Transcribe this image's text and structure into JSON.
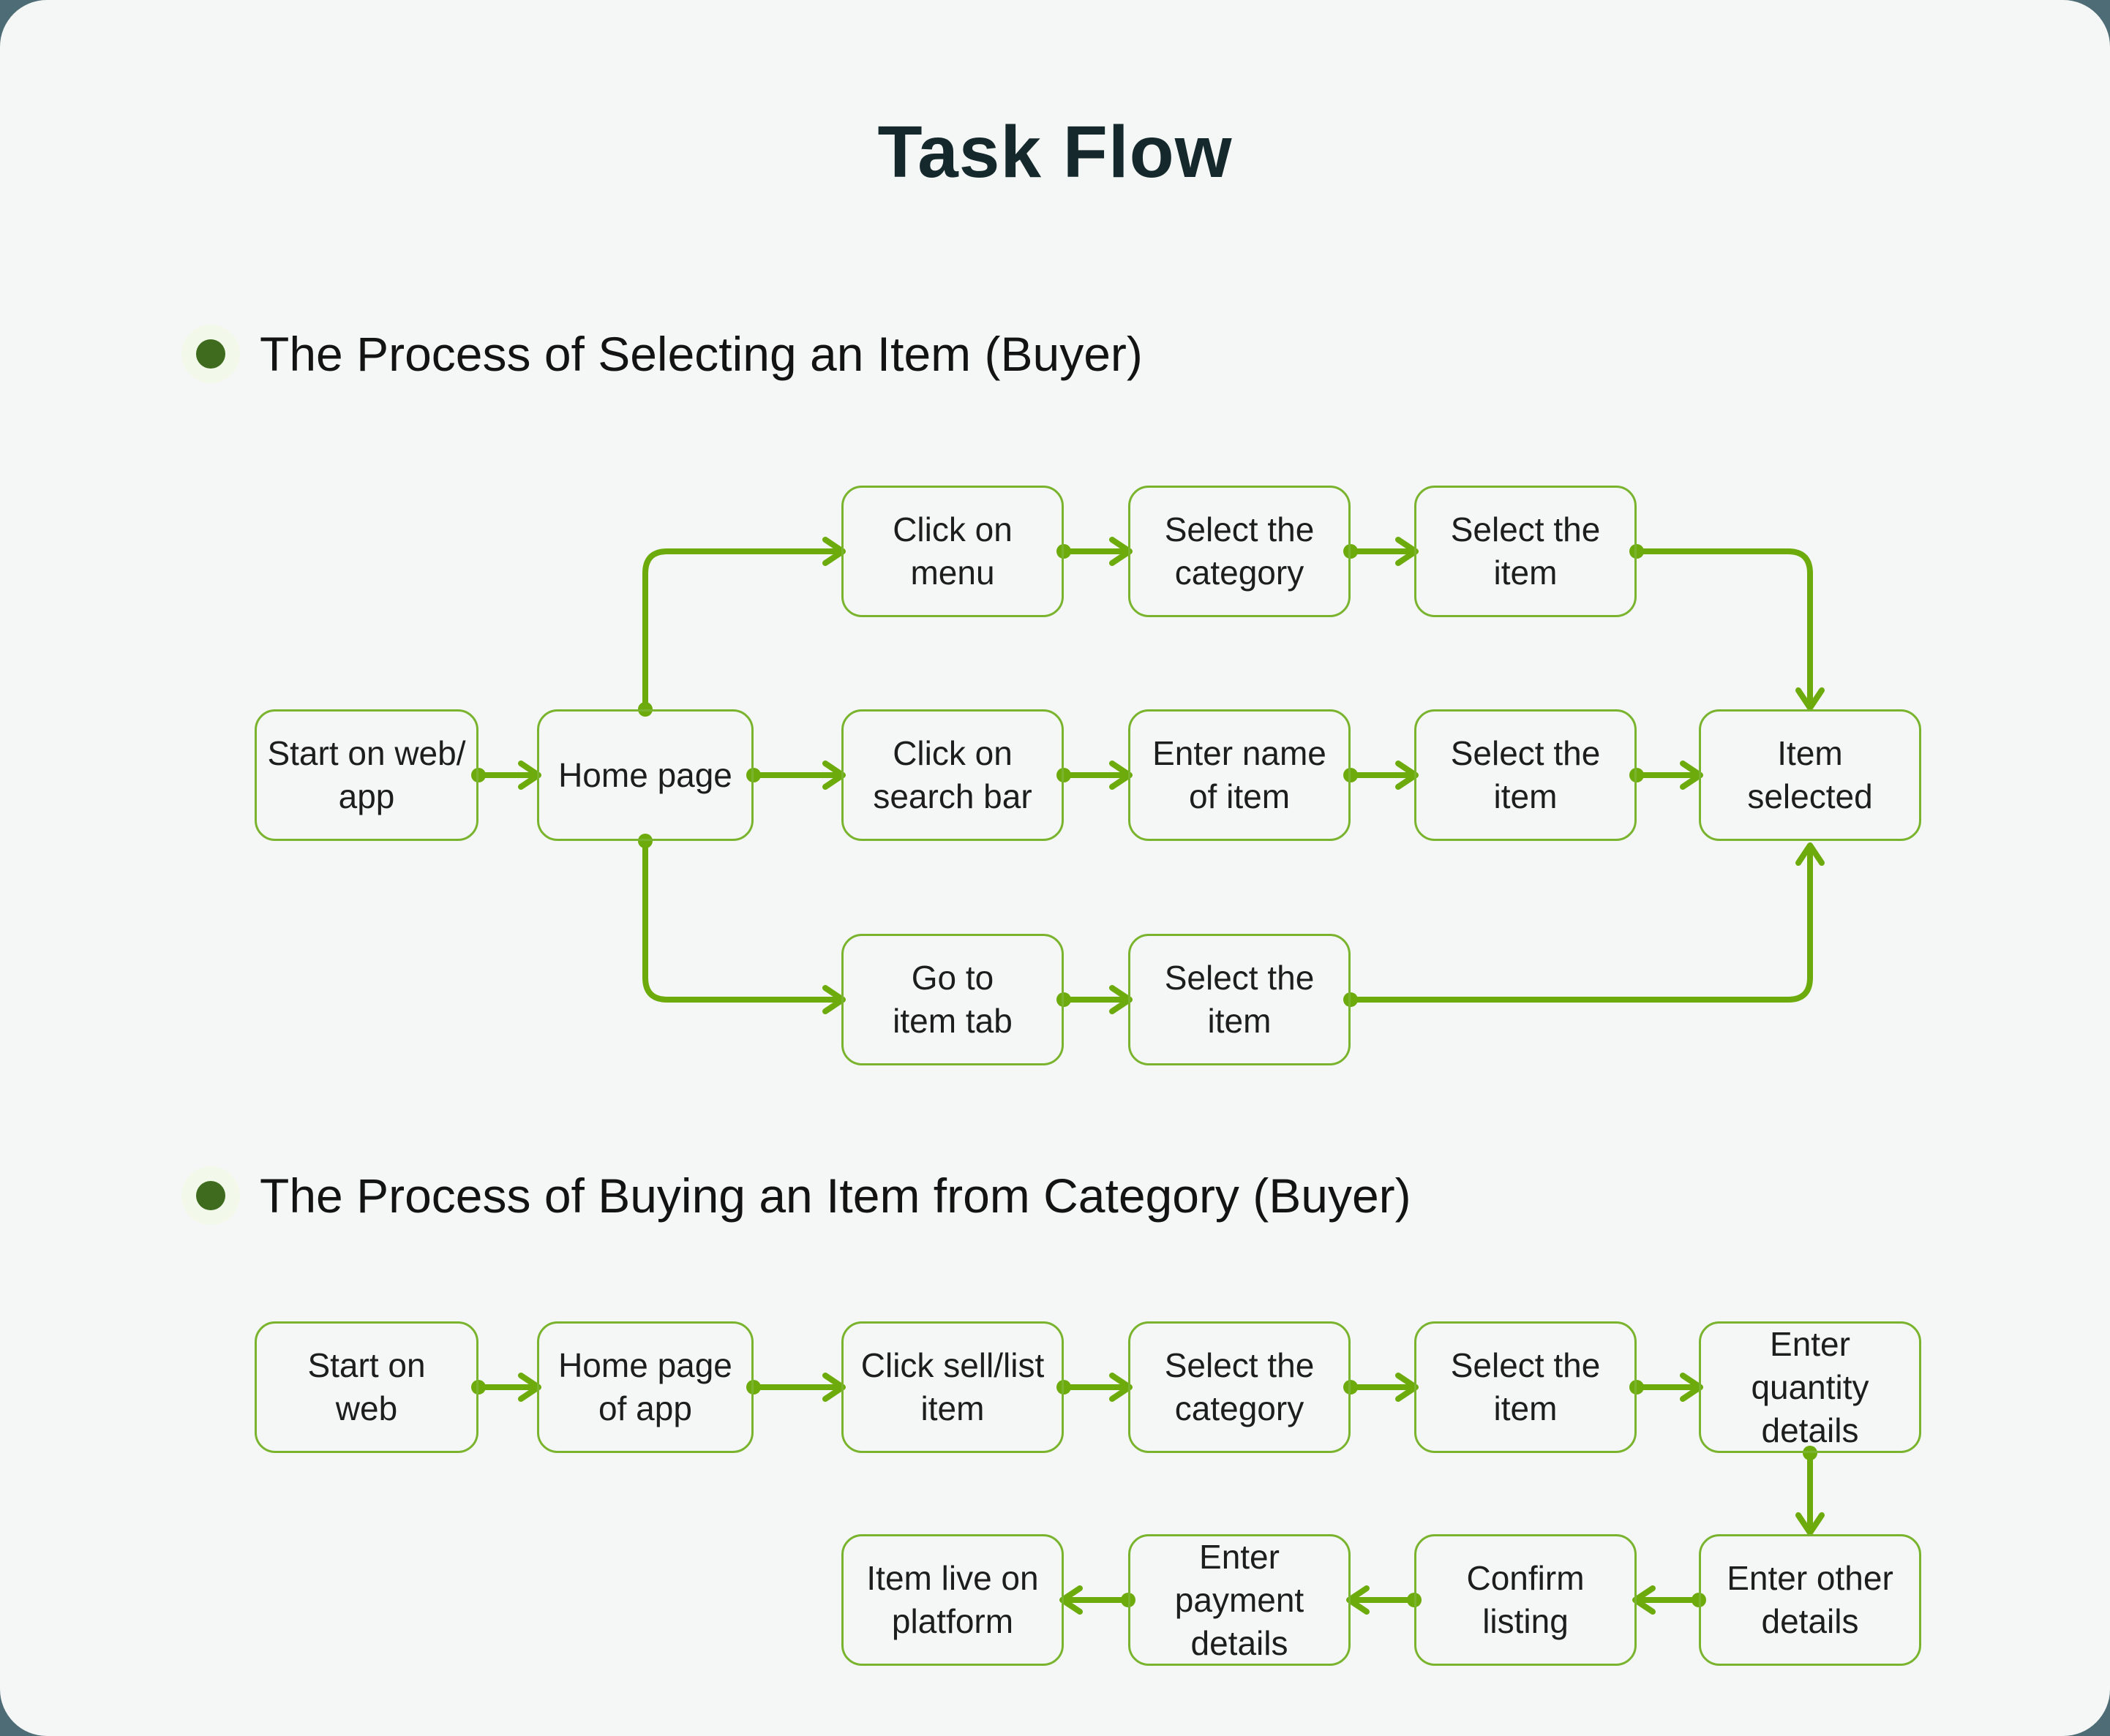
{
  "title": "Task Flow",
  "colors": {
    "connector": "#6cab0b",
    "node_border": "#7ab42e",
    "bullet": "#3e6b1e",
    "bullet_halo": "#f3f9ea",
    "title": "#15282c",
    "heading": "#131313",
    "node_text": "#1d1d1d",
    "background": "#f4f7f5",
    "outer_background": "#4e6c75"
  },
  "sections": [
    {
      "heading": "The Process of Selecting an Item (Buyer)",
      "nodes": [
        {
          "id": "start-on-web-app",
          "label": "Start on web/\napp"
        },
        {
          "id": "home-page",
          "label": "Home page"
        },
        {
          "id": "click-on-menu",
          "label": "Click on\nmenu"
        },
        {
          "id": "select-the-category",
          "label": "Select the\ncategory"
        },
        {
          "id": "select-the-item-menu",
          "label": "Select the\nitem"
        },
        {
          "id": "click-on-search-bar",
          "label": "Click on\nsearch bar"
        },
        {
          "id": "enter-name-of-item",
          "label": "Enter name\nof item"
        },
        {
          "id": "select-the-item-search",
          "label": "Select the\nitem"
        },
        {
          "id": "item-selected",
          "label": "Item\nselected"
        },
        {
          "id": "go-to-item-tab",
          "label": "Go to\nitem tab"
        },
        {
          "id": "select-the-item-tab",
          "label": "Select the\nitem"
        }
      ]
    },
    {
      "heading": "The Process of Buying an Item from Category (Buyer)",
      "nodes": [
        {
          "id": "start-on-web",
          "label": "Start on\nweb"
        },
        {
          "id": "home-page-of-app",
          "label": "Home page\nof app"
        },
        {
          "id": "click-sell-list-item",
          "label": "Click sell/list\nitem"
        },
        {
          "id": "select-the-category",
          "label": "Select the\ncategory"
        },
        {
          "id": "select-the-item",
          "label": "Select the\nitem"
        },
        {
          "id": "enter-quantity-details",
          "label": "Enter quantity\ndetails"
        },
        {
          "id": "enter-other-details",
          "label": "Enter other\ndetails"
        },
        {
          "id": "confirm-listing",
          "label": "Confirm\nlisting"
        },
        {
          "id": "enter-payment-details",
          "label": "Enter payment\ndetails"
        },
        {
          "id": "item-live-on-platform",
          "label": "Item live on\nplatform"
        }
      ]
    }
  ]
}
